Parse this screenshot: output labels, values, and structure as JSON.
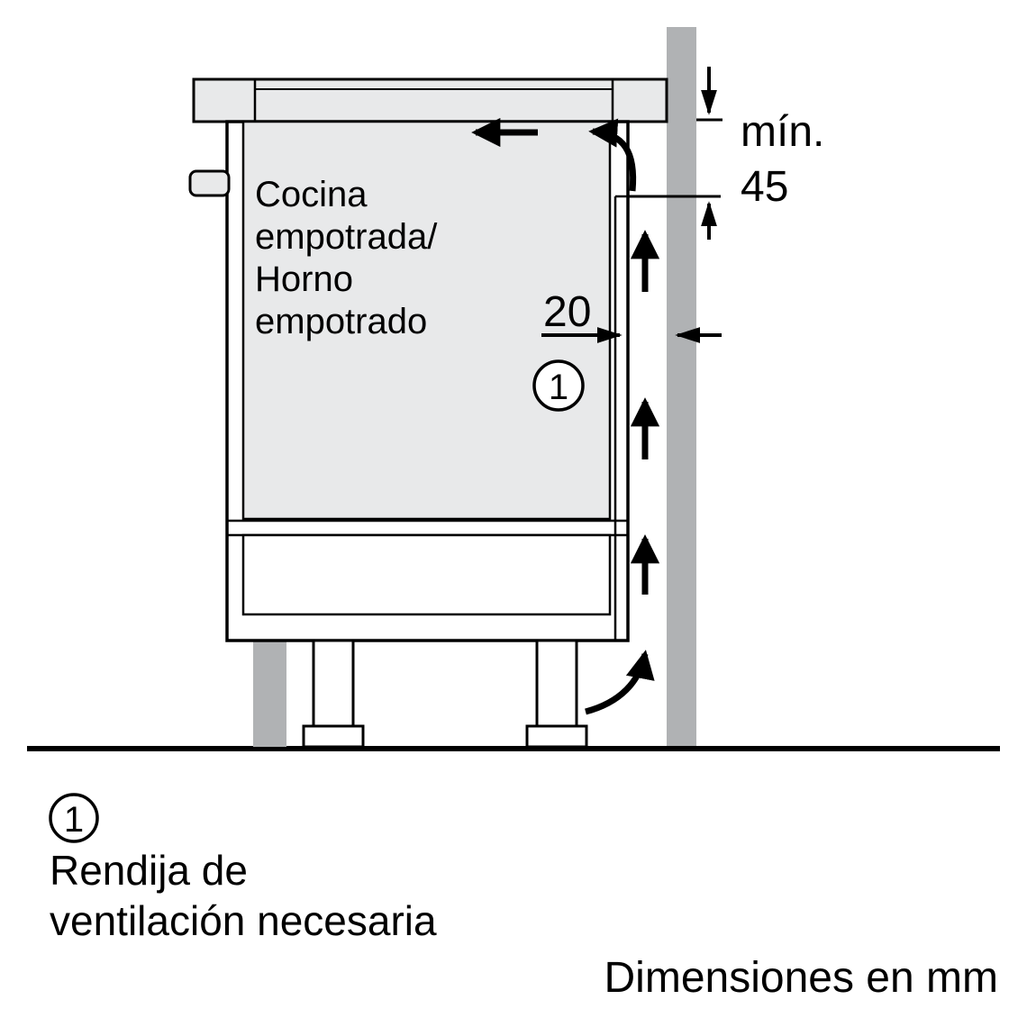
{
  "diagram": {
    "cabinet_lines": [
      "Cocina",
      "empotrada/",
      "Horno",
      "empotrado"
    ],
    "dims": {
      "min_label": "mín.",
      "min_value": "45",
      "gap_value": "20"
    },
    "callout_number": "1",
    "colors": {
      "wall": "#b0b2b4",
      "panel": "#e8e9ea",
      "line": "#000000"
    }
  },
  "legend": {
    "number": "1",
    "line1": "Rendija de",
    "line2": "ventilación necesaria"
  },
  "footer": {
    "units": "Dimensiones en mm"
  }
}
